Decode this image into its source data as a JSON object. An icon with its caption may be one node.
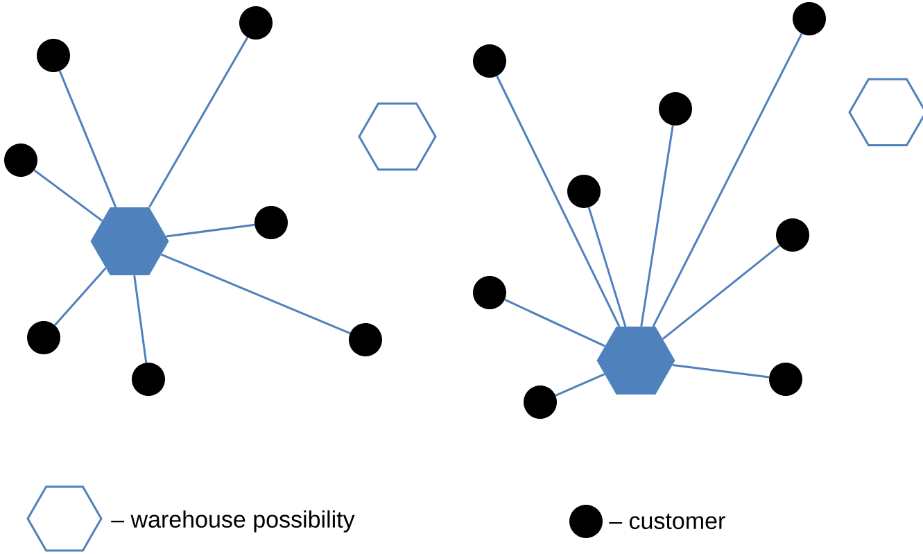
{
  "diagram": {
    "nodes": [
      {
        "text": [],
        "shape": "hexagon"
      },
      {
        "text": [],
        "shape": "circle"
      },
      {
        "text": [],
        "shape": "circle"
      },
      {
        "text": [],
        "shape": "circle"
      },
      {
        "text": [],
        "shape": "circle"
      },
      {
        "text": [],
        "shape": "circle"
      },
      {
        "text": [],
        "shape": "circle"
      },
      {
        "text": [],
        "shape": "circle"
      },
      {
        "text": [],
        "shape": "hexagon"
      },
      {
        "text": [],
        "shape": "hexagon"
      },
      {
        "text": [],
        "shape": "circle"
      },
      {
        "text": [],
        "shape": "circle"
      },
      {
        "text": [],
        "shape": "circle"
      },
      {
        "text": [],
        "shape": "circle"
      },
      {
        "text": [],
        "shape": "circle"
      },
      {
        "text": [],
        "shape": "circle"
      },
      {
        "text": [],
        "shape": "circle"
      },
      {
        "text": [],
        "shape": "circle"
      },
      {
        "text": [],
        "shape": "hexagon"
      }
    ],
    "edges": [
      {
        "from": 0,
        "to": 1,
        "arrow": "none"
      },
      {
        "from": 0,
        "to": 2,
        "arrow": "none"
      },
      {
        "from": 0,
        "to": 3,
        "arrow": "none"
      },
      {
        "from": 0,
        "to": 4,
        "arrow": "none"
      },
      {
        "from": 0,
        "to": 5,
        "arrow": "none"
      },
      {
        "from": 0,
        "to": 6,
        "arrow": "none"
      },
      {
        "from": 0,
        "to": 7,
        "arrow": "none"
      },
      {
        "from": 9,
        "to": 10,
        "arrow": "none"
      },
      {
        "from": 9,
        "to": 11,
        "arrow": "none"
      },
      {
        "from": 9,
        "to": 12,
        "arrow": "none"
      },
      {
        "from": 9,
        "to": 13,
        "arrow": "none"
      },
      {
        "from": 9,
        "to": 14,
        "arrow": "none"
      },
      {
        "from": 9,
        "to": 15,
        "arrow": "none"
      },
      {
        "from": 9,
        "to": 16,
        "arrow": "none"
      },
      {
        "from": 9,
        "to": 17,
        "arrow": "none"
      }
    ],
    "legend": [
      {
        "text": "– warehouse possibility"
      },
      {
        "text": "– customer"
      }
    ]
  }
}
